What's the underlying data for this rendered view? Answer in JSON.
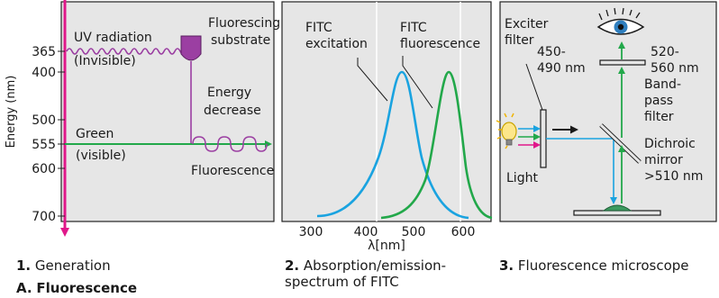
{
  "colors": {
    "panel_bg": "#e6e6e6",
    "axis_magenta": "#e0188a",
    "uv_purple": "#9b3fa2",
    "green": "#22a84a",
    "cyan": "#1aa3e0",
    "text": "#1a1a1a"
  },
  "panel1": {
    "y_axis_label": "Energy (nm)",
    "ticks": [
      "365",
      "400",
      "500",
      "555",
      "600",
      "700"
    ],
    "uv_label_line1": "UV radiation",
    "uv_label_line2": "(Invisible)",
    "substrate_line1": "Fluorescing",
    "substrate_line2": "substrate",
    "energy_line1": "Energy",
    "energy_line2": "decrease",
    "green_line1": "Green",
    "green_line2": "(visible)",
    "fluorescence": "Fluorescence"
  },
  "panel2": {
    "excitation_line1": "FITC",
    "excitation_line2": "excitation",
    "fluorescence_line1": "FITC",
    "fluorescence_line2": "fluorescence",
    "x_ticks": [
      "300",
      "400",
      "500",
      "600"
    ],
    "x_label": "λ[nm]"
  },
  "panel3": {
    "exciter_line1": "Exciter",
    "exciter_line2": "filter",
    "range1_line1": "450-",
    "range1_line2": "490 nm",
    "range2_line1": "520-",
    "range2_line2": "560 nm",
    "bandpass_line1": "Band-",
    "bandpass_line2": "pass",
    "bandpass_line3": "filter",
    "dichroic_line1": "Dichroic",
    "dichroic_line2": "mirror",
    "dichroic_line3": ">510 nm",
    "light": "Light"
  },
  "captions": {
    "c1_num": "1.",
    "c1_text": "Generation",
    "c2_num": "2.",
    "c2_text_line1": "Absorption/emission-",
    "c2_text_line2": "spectrum of FITC",
    "c3_num": "3.",
    "c3_text": "Fluorescence microscope",
    "a_num": "A.",
    "a_text": "Fluorescence"
  }
}
